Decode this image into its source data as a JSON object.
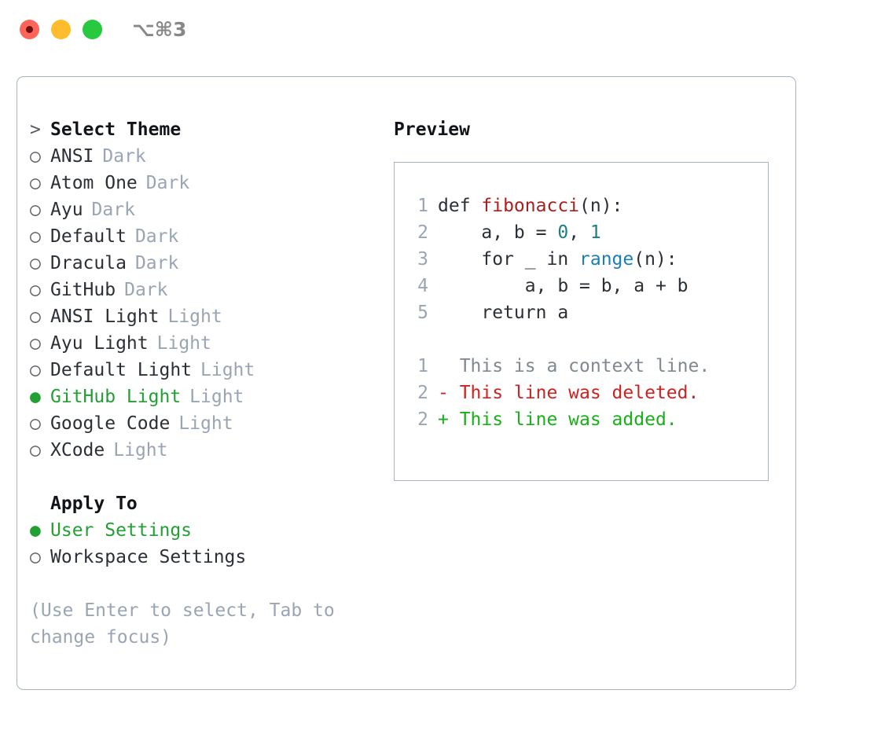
{
  "titlebar": {
    "shortcut": "⌥⌘3",
    "dots": [
      "close-red",
      "minimize-yellow",
      "maximize-green"
    ]
  },
  "theme_list": {
    "header_marker": ">",
    "header_label": "Select Theme",
    "items": [
      {
        "marker": "○",
        "label": "ANSI",
        "tag": "Dark",
        "selected": false
      },
      {
        "marker": "○",
        "label": "Atom One",
        "tag": "Dark",
        "selected": false
      },
      {
        "marker": "○",
        "label": "Ayu",
        "tag": "Dark",
        "selected": false
      },
      {
        "marker": "○",
        "label": "Default",
        "tag": "Dark",
        "selected": false
      },
      {
        "marker": "○",
        "label": "Dracula",
        "tag": "Dark",
        "selected": false
      },
      {
        "marker": "○",
        "label": "GitHub",
        "tag": "Dark",
        "selected": false
      },
      {
        "marker": "○",
        "label": "ANSI Light",
        "tag": "Light",
        "selected": false
      },
      {
        "marker": "○",
        "label": "Ayu Light",
        "tag": "Light",
        "selected": false
      },
      {
        "marker": "○",
        "label": "Default Light",
        "tag": "Light",
        "selected": false
      },
      {
        "marker": "●",
        "label": "GitHub Light",
        "tag": "Light",
        "selected": true
      },
      {
        "marker": "○",
        "label": "Google Code",
        "tag": "Light",
        "selected": false
      },
      {
        "marker": "○",
        "label": "XCode",
        "tag": "Light",
        "selected": false
      }
    ]
  },
  "apply_to": {
    "header_label": "Apply To",
    "items": [
      {
        "marker": "●",
        "label": "User Settings",
        "selected": true
      },
      {
        "marker": "○",
        "label": "Workspace Settings",
        "selected": false
      }
    ]
  },
  "hint": "(Use Enter to select, Tab to change focus)",
  "preview": {
    "title": "Preview",
    "code_lines": [
      {
        "lineno": "1",
        "tokens": [
          {
            "text": "def ",
            "type": "def"
          },
          {
            "text": "fibonacci",
            "type": "func"
          },
          {
            "text": "(n):",
            "type": "plain"
          }
        ]
      },
      {
        "lineno": "2",
        "tokens": [
          {
            "text": "    a, b = ",
            "type": "plain"
          },
          {
            "text": "0",
            "type": "num"
          },
          {
            "text": ", ",
            "type": "plain"
          },
          {
            "text": "1",
            "type": "num"
          }
        ]
      },
      {
        "lineno": "3",
        "tokens": [
          {
            "text": "    for _ in ",
            "type": "plain"
          },
          {
            "text": "range",
            "type": "builtin"
          },
          {
            "text": "(n):",
            "type": "plain"
          }
        ]
      },
      {
        "lineno": "4",
        "tokens": [
          {
            "text": "        a, b = b, a + b",
            "type": "plain"
          }
        ]
      },
      {
        "lineno": "5",
        "tokens": [
          {
            "text": "    return a",
            "type": "plain"
          }
        ]
      }
    ],
    "diff_lines": [
      {
        "lineno": "1",
        "text": "  This is a context line.",
        "type": "context"
      },
      {
        "lineno": "2",
        "text": "- This line was deleted.",
        "type": "delete"
      },
      {
        "lineno": "2",
        "text": "+ This line was added.",
        "type": "add"
      }
    ]
  },
  "colors": {
    "selected_green": "#22a033",
    "muted_tag": "#9aa5b4",
    "border": "#a8b2c0",
    "func_red": "#a81f1f",
    "number_teal": "#1a8080",
    "builtin_blue": "#1a7fb3",
    "diff_delete": "#cc2222",
    "diff_add": "#18b018",
    "diff_context": "#808890"
  }
}
